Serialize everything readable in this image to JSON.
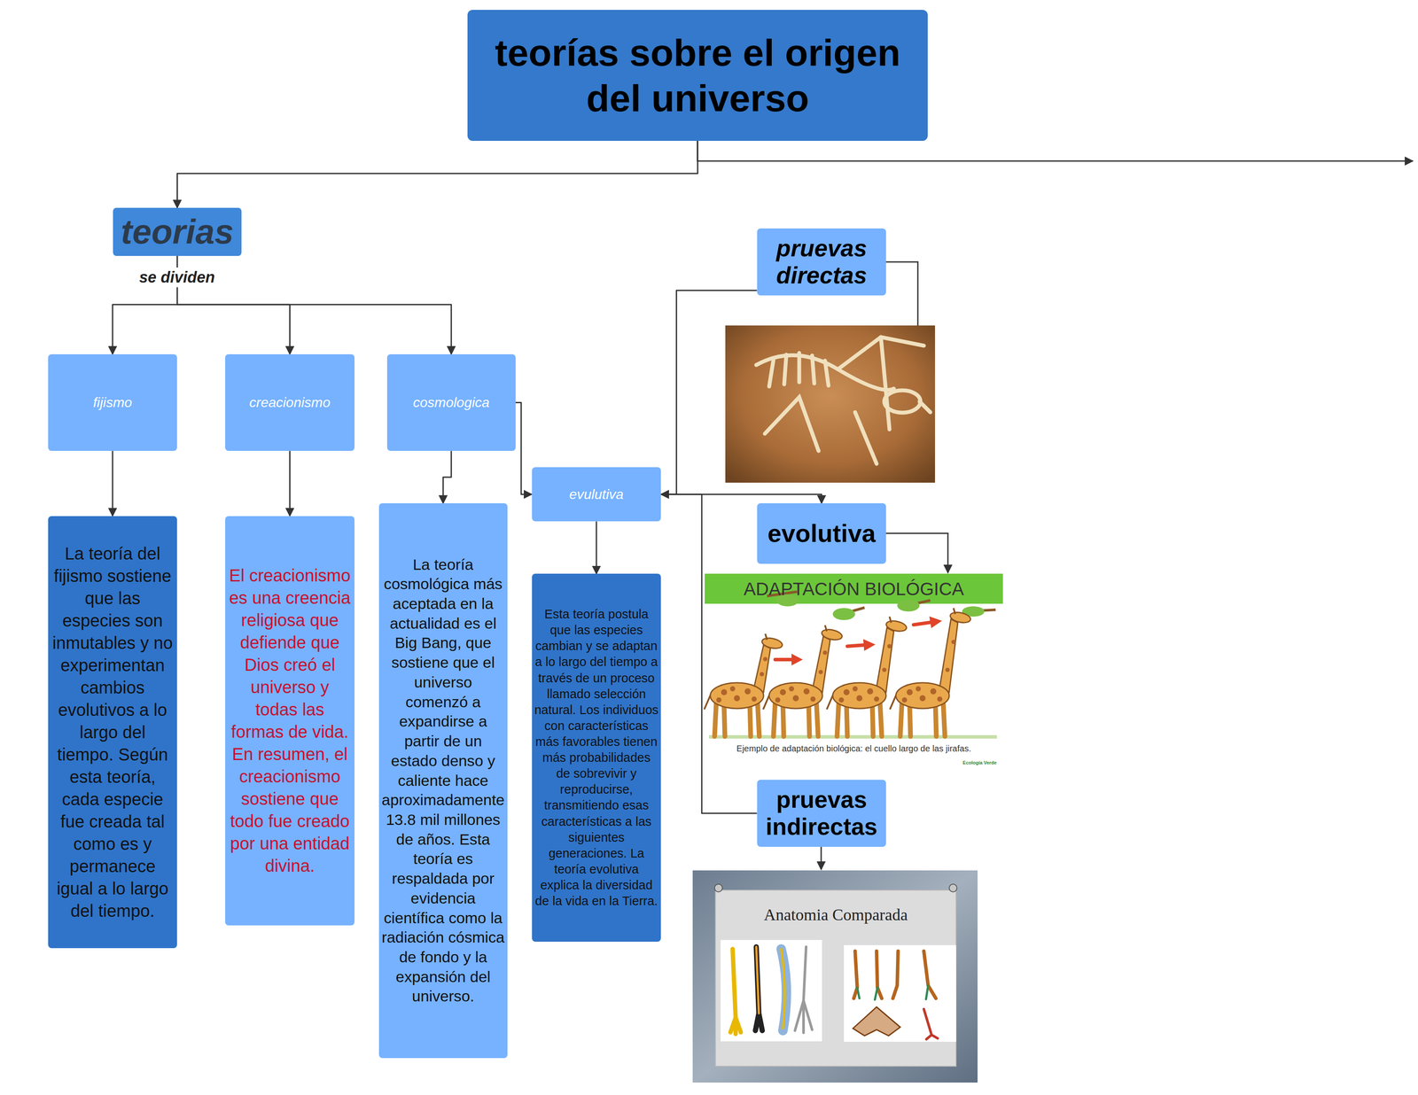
{
  "diagram": {
    "nodes": [
      {
        "text": [
          "teorías sobre el origen del universo"
        ]
      },
      {
        "text": [
          "teorias"
        ]
      },
      {
        "text": [
          "pruevas directas"
        ]
      },
      {
        "text": [
          "fijismo"
        ]
      },
      {
        "text": [
          "creacionismo"
        ]
      },
      {
        "text": [
          "cosmologica"
        ]
      },
      {
        "text": [
          "evulutiva"
        ]
      },
      {
        "text": [
          "evolutiva"
        ]
      },
      {
        "text": [
          "La teoría del fijismo sostiene que las especies son inmutables y no experimentan cambios evolutivos a lo largo del tiempo. Según esta teoría, cada especie fue creada tal como es y permanece igual a lo largo del tiempo."
        ]
      },
      {
        "text": [
          "El creacionismo es una creencia religiosa que defiende que Dios creó el universo y todas las formas de vida. En resumen, el creacionismo sostiene que todo fue creado por una entidad divina."
        ]
      },
      {
        "text": [
          "La teoría cosmológica más aceptada en la actualidad es el Big Bang, que sostiene que el universo comenzó a expandirse a partir de un estado denso y caliente hace aproximadamente 13.8 mil millones de años. Esta teoría es respaldada por evidencia científica como la radiación cósmica de fondo y la expansión del universo."
        ]
      },
      {
        "text": [
          "Esta teoría postula que las especies cambian y se adaptan a lo largo del tiempo a través de un proceso llamado selección natural. Los individuos con características más favorables tienen más probabilidades de sobrevivir y reproducirse, transmitiendo esas características a las siguientes generaciones. La teoría evolutiva explica la diversidad de la vida en la Tierra."
        ]
      },
      {
        "text": [
          "pruevas indirectas"
        ]
      }
    ],
    "edges": [
      {
        "from": 0,
        "to": 1,
        "arrow": "to"
      },
      {
        "from": 1,
        "to": 3,
        "arrow": "to"
      },
      {
        "from": 1,
        "to": 4,
        "arrow": "to"
      },
      {
        "from": 1,
        "to": 5,
        "arrow": "to"
      },
      {
        "from": 3,
        "to": 8,
        "arrow": "to"
      },
      {
        "from": 4,
        "to": 9,
        "arrow": "to"
      },
      {
        "from": 5,
        "to": 10,
        "arrow": "to"
      },
      {
        "from": 5,
        "to": 6,
        "arrow": "to"
      },
      {
        "from": 6,
        "to": 11,
        "arrow": "to"
      },
      {
        "from": 2,
        "to": 6,
        "arrow": "to"
      },
      {
        "from": 6,
        "to": 7,
        "arrow": "to"
      },
      {
        "from": 12,
        "to": 6,
        "arrow": "to"
      }
    ],
    "labels": [
      "se dividen",
      "ADAPTACIÓN BIOLÓGICA",
      "Ejemplo de adaptación biológica: el cuello largo de las jirafas.",
      "Ecología Verde",
      "Anatomia Comparada"
    ]
  }
}
